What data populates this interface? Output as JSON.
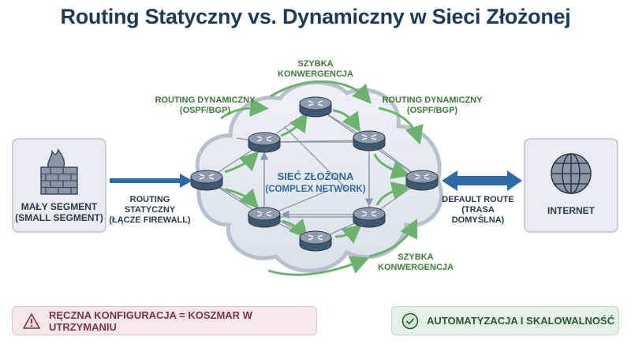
{
  "title": "Routing Statyczny vs. Dynamiczny w Sieci Złożonej",
  "left_node": {
    "line1": "MAŁY SEGMENT",
    "line2": "(SMALL SEGMENT)",
    "icon": "firewall-icon"
  },
  "right_node": {
    "label": "INTERNET",
    "icon": "globe-icon"
  },
  "static_label": {
    "line1": "ROUTING",
    "line2": "STATYCZNY",
    "line3": "(ŁĄCZE FIREWALL)"
  },
  "default_route_label": {
    "line1": "DEFAULT ROUTE",
    "line2": "(TRASA",
    "line3": "DOMYŚLNA)"
  },
  "dynamic_left": {
    "line1": "ROUTING DYNAMICZNY",
    "line2": "(OSPF/BGP)"
  },
  "dynamic_right": {
    "line1": "ROUTING DYNAMICZNY",
    "line2": "(OSPF/BGP)"
  },
  "convergence_top": {
    "line1": "SZYBKA",
    "line2": "KONWERGENCJA"
  },
  "convergence_bottom": {
    "line1": "SZYBKA",
    "line2": "KONWERGENCJA"
  },
  "cloud": {
    "line1": "SIEĆ ZŁOŻONA",
    "line2": "(COMPLEX NETWORK)"
  },
  "footer": {
    "warning": "RĘCZNA KONFIGURACJA = KOSZMAR W UTRZYMANIU",
    "success": "AUTOMATYZACJA I SKALOWALNOŚĆ"
  },
  "colors": {
    "title": "#1f3a55",
    "static_arrow": "#2f6aa8",
    "dynamic_arrow": "#6db36d",
    "warning": "#7a3540",
    "success": "#2b5a30"
  }
}
